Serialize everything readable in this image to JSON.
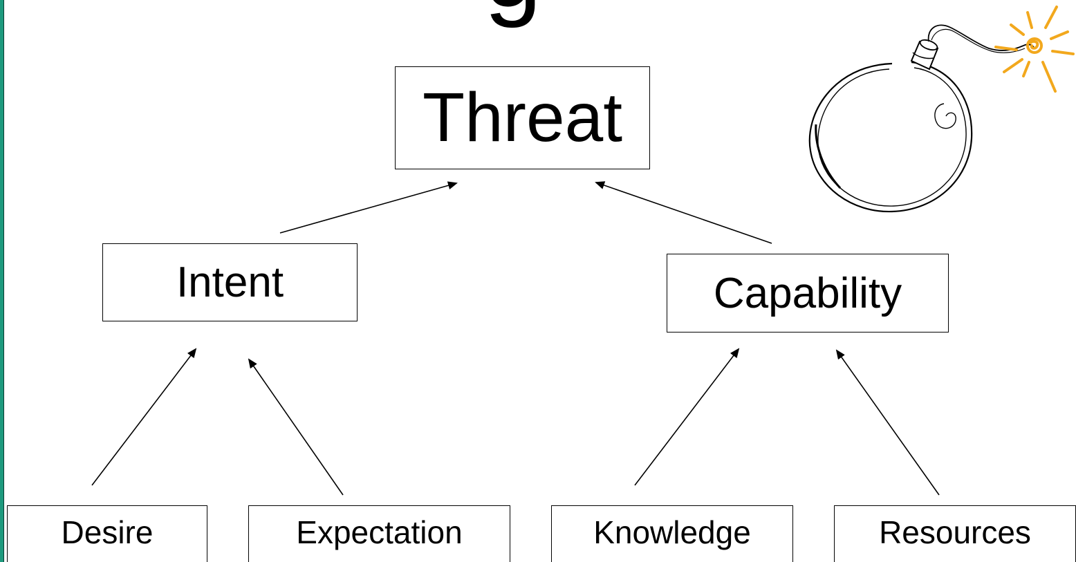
{
  "slide": {
    "title_fragment": "g"
  },
  "nodes": {
    "threat": "Threat",
    "intent": "Intent",
    "capability": "Capability",
    "desire": "Desire",
    "expectation": "Expectation",
    "knowledge": "Knowledge",
    "resources": "Resources"
  },
  "edges": [
    {
      "from": "intent",
      "to": "threat"
    },
    {
      "from": "capability",
      "to": "threat"
    },
    {
      "from": "desire",
      "to": "intent"
    },
    {
      "from": "expectation",
      "to": "intent"
    },
    {
      "from": "knowledge",
      "to": "capability"
    },
    {
      "from": "resources",
      "to": "capability"
    }
  ],
  "colors": {
    "accent_border": "#1e9a7e",
    "fuse_spark": "#f2a81d",
    "line": "#000000"
  },
  "icons": {
    "clipart": "bomb-icon"
  }
}
